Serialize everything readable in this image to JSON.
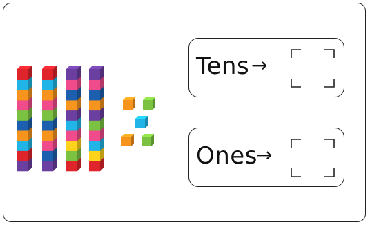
{
  "tens_box": {
    "label": "Tens",
    "arrow": "→"
  },
  "ones_box": {
    "label": "Ones",
    "arrow": "→"
  },
  "model": {
    "tens_rods": 4,
    "cubes_per_rod": 10,
    "ones_cubes": 5,
    "colors": {
      "red": "#e0242c",
      "cyan": "#20b5e6",
      "pink": "#f04b8a",
      "green": "#7cc242",
      "orange": "#f7941d",
      "purple": "#6b3fa0",
      "blue": "#1c5fae",
      "yellow": "#ffd21c"
    }
  }
}
